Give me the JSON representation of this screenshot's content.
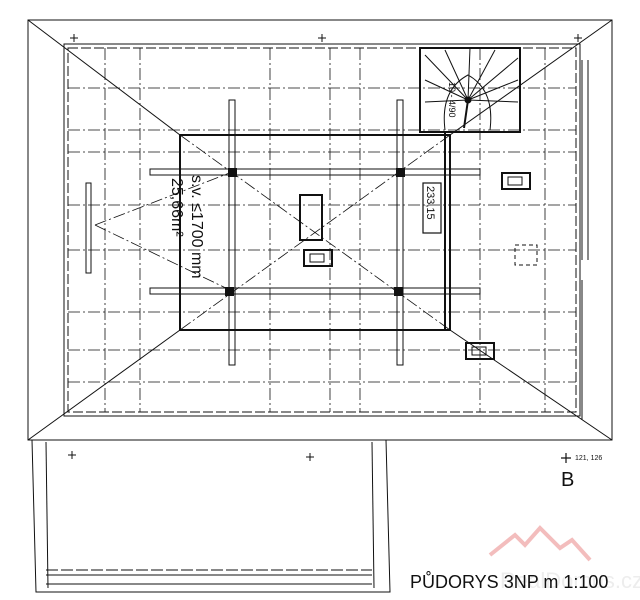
{
  "drawing": {
    "title": "PŮDORYS 3NP m 1:100",
    "room_height_note": "s.v. ≤1700 mm",
    "room_area": "25,66m²",
    "elevation_label": "233,15",
    "stair_label": "10 - 4/90",
    "point_label": "B",
    "point_coords": "121, 126",
    "watermark": "RealDomus.cz"
  },
  "colors": {
    "line": "#111111",
    "watermark": "#e8a0a0"
  }
}
